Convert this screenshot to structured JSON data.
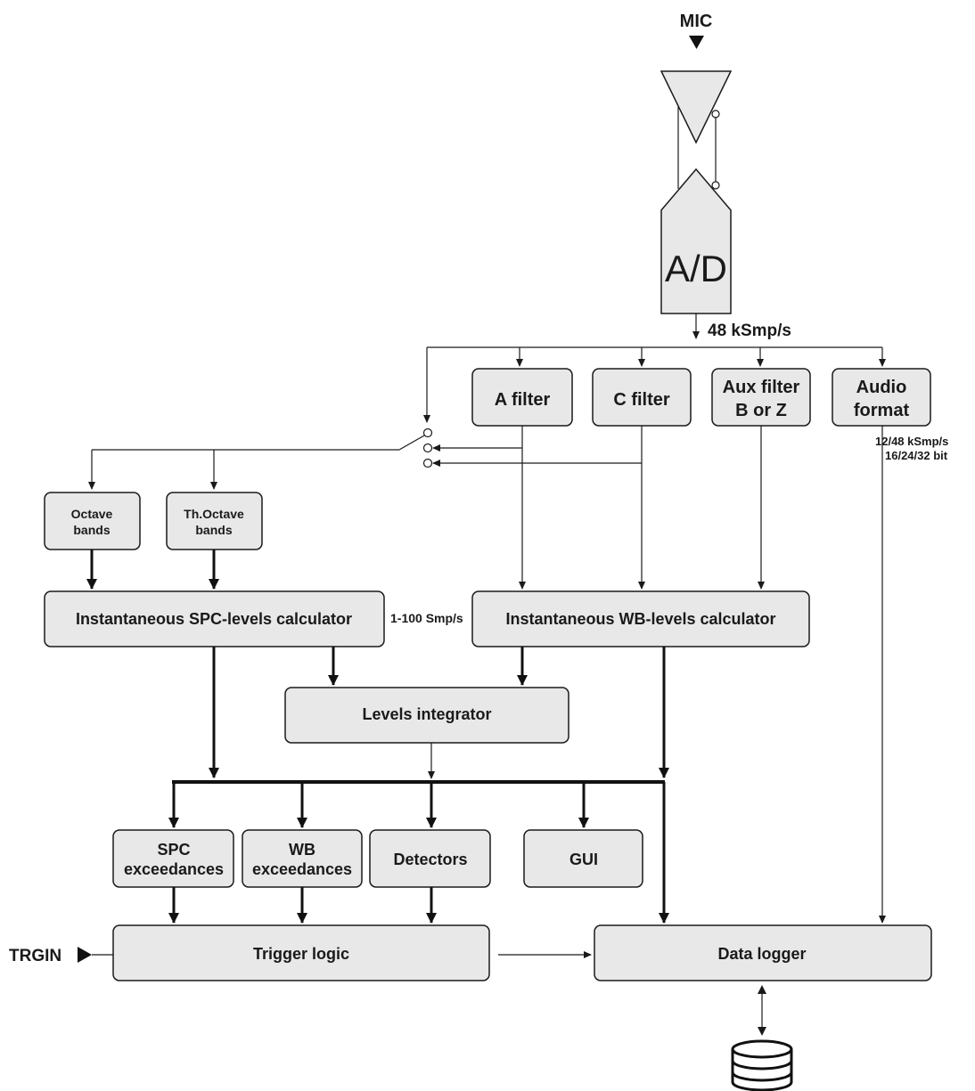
{
  "mic_label": "MIC",
  "ad_label": "A/D",
  "rate_main": "48 kSmp/s",
  "boxes": {
    "a_filter": "A filter",
    "c_filter": "C filter",
    "aux_filter": [
      "Aux filter",
      "B or Z"
    ],
    "audio_format": [
      "Audio",
      "format"
    ],
    "octave": [
      "Octave",
      "bands"
    ],
    "third_octave": [
      "Th.Octave",
      "bands"
    ],
    "spc_calc": "Instantaneous SPC-levels calculator",
    "wb_calc": "Instantaneous WB-levels calculator",
    "levels_integrator": "Levels integrator",
    "spc_exceed": [
      "SPC",
      "exceedances"
    ],
    "wb_exceed": [
      "WB",
      "exceedances"
    ],
    "detectors": "Detectors",
    "gui": "GUI",
    "trigger": "Trigger logic",
    "logger": "Data logger"
  },
  "rate_spc": "1-100 Smp/s",
  "audio_rate": [
    "12/48 kSmp/s",
    "16/24/32 bit"
  ],
  "trgin_label": "TRGIN",
  "colors": {
    "box_fill": "#e8e8e8",
    "stroke": "#1a1a1a"
  },
  "icons": [
    "microphone-input-arrow",
    "amplifier-triangle",
    "database-icon",
    "trigger-input-arrow"
  ]
}
